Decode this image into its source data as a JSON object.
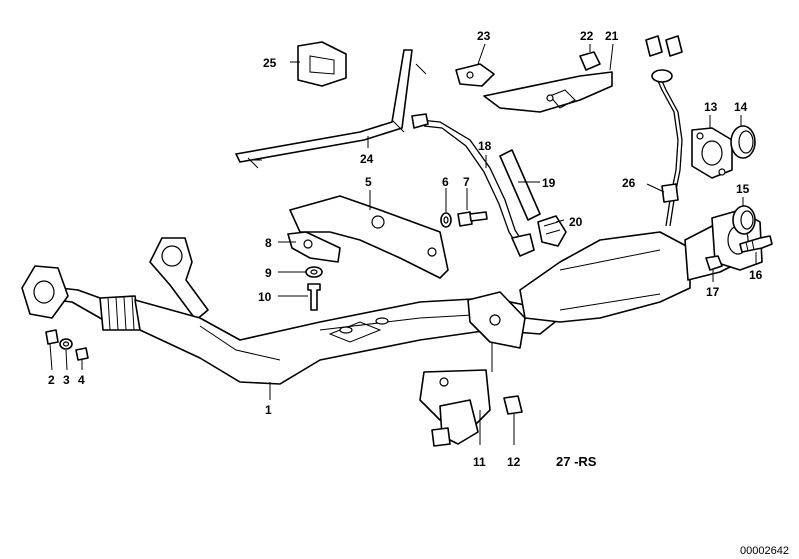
{
  "callouts": [
    {
      "n": "1"
    },
    {
      "n": "2"
    },
    {
      "n": "3"
    },
    {
      "n": "4"
    },
    {
      "n": "5"
    },
    {
      "n": "6"
    },
    {
      "n": "7"
    },
    {
      "n": "8"
    },
    {
      "n": "9"
    },
    {
      "n": "10"
    },
    {
      "n": "11"
    },
    {
      "n": "12"
    },
    {
      "n": "13"
    },
    {
      "n": "14"
    },
    {
      "n": "15"
    },
    {
      "n": "16"
    },
    {
      "n": "17"
    },
    {
      "n": "18"
    },
    {
      "n": "19"
    },
    {
      "n": "20"
    },
    {
      "n": "21"
    },
    {
      "n": "22"
    },
    {
      "n": "23"
    },
    {
      "n": "24"
    },
    {
      "n": "25"
    },
    {
      "n": "26"
    }
  ],
  "variant_tag": "27 -RS",
  "doc_id": "00002642"
}
